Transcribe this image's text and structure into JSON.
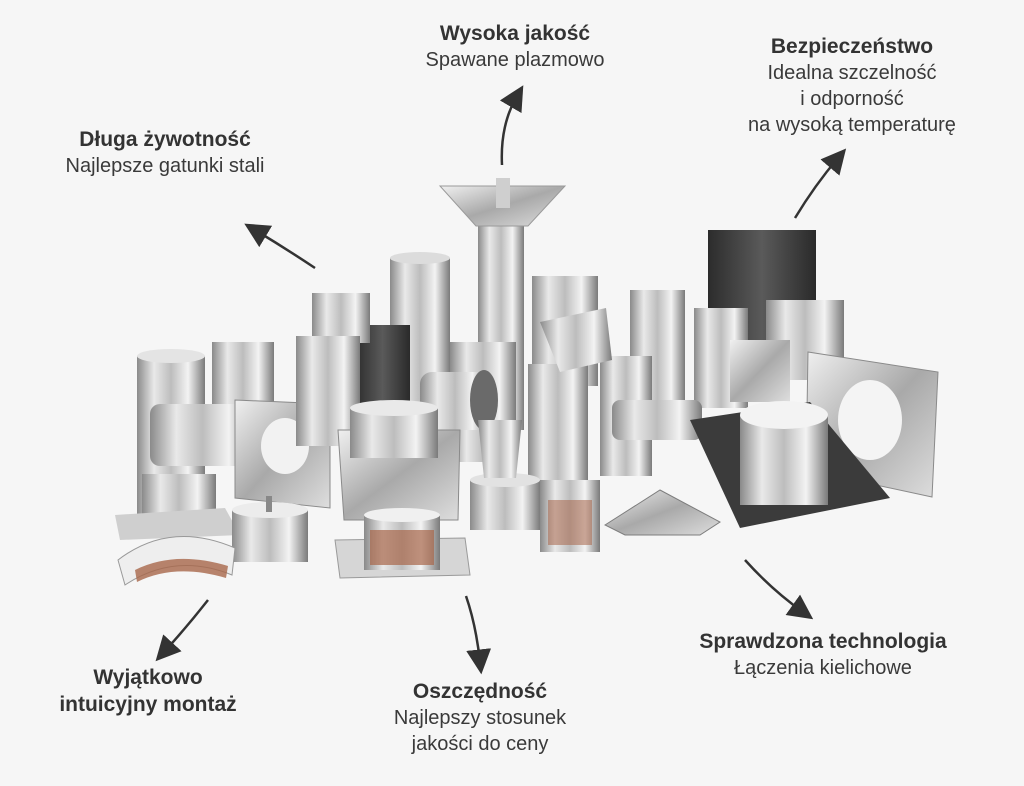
{
  "colors": {
    "background": "#f6f6f6",
    "text": "#333333",
    "arrow": "#333333",
    "steel_light": "#e6e6e6",
    "steel_dark": "#7d7d7d",
    "copper": "#a8664a",
    "black_steel": "#3b3b3b"
  },
  "features": {
    "quality": {
      "title": "Wysoka jakość",
      "lines": [
        "Spawane plazmowo"
      ]
    },
    "safety": {
      "title": "Bezpieczeństwo",
      "lines": [
        "Idealna szczelność",
        "i odporność",
        "na wysoką temperaturę"
      ]
    },
    "durability": {
      "title": "Długa żywotność",
      "lines": [
        "Najlepsze gatunki stali"
      ]
    },
    "technology": {
      "title": "Sprawdzona technologia",
      "lines": [
        "Łączenia kielichowe"
      ]
    },
    "economy": {
      "title": "Oszczędność",
      "lines": [
        "Najlepszy stosunek",
        "jakości do ceny"
      ]
    },
    "assembly": {
      "title_lines": [
        "Wyjątkowo",
        "intuicyjny montaż"
      ]
    }
  },
  "icons": {
    "arrow": "curved-arrow-icon",
    "product": "chimney-pipe-fittings-illustration"
  }
}
